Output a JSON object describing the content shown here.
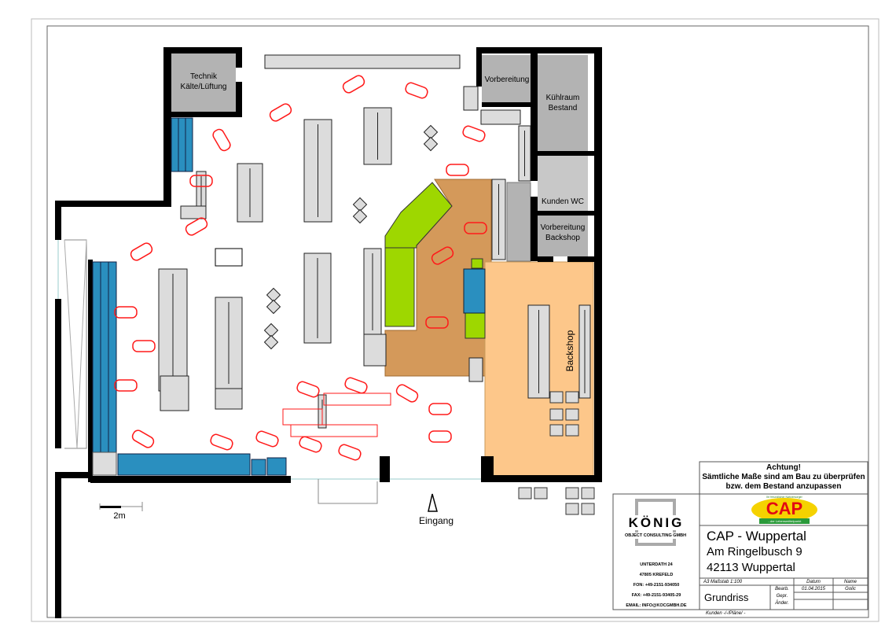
{
  "rooms": {
    "technik": [
      "Technik",
      "Kälte/Lüftung"
    ],
    "vorbereitung": "Vorbereitung",
    "kuehlraum": [
      "Kühlraum",
      "Bestand"
    ],
    "kunden_wc": "Kunden WC",
    "vorbereitung_backshop": [
      "Vorbereitung",
      "Backshop"
    ],
    "backshop": "Backshop"
  },
  "entrance_label": "Eingang",
  "scale_bar_label": "2m",
  "notice": {
    "title": "Achtung!",
    "line1": "Sämtliche Maße sind am Bau zu überprüfen",
    "line2": "bzw. dem Bestand anzupassen"
  },
  "company": {
    "name": "KÖNIG",
    "subtitle": "Object Consulting GmbH",
    "street": "Unterdath 24",
    "city": "47805 Krefeld",
    "phone": "Fon: +49-2151-934050",
    "fax": "Fax: +49-2151-93405-29",
    "email": "Email: info@kocgmbh.de"
  },
  "client_logo": {
    "top_text": "Ihr freundlicher Nahversorger",
    "brand": "CAP",
    "bottom_text": "...der Lebensmittelpunkt"
  },
  "project": {
    "title": "CAP - Wuppertal",
    "street": "Am Ringelbusch 9",
    "city": "42113 Wuppertal"
  },
  "drawing": {
    "scale": "A3 Maßstab 1:100",
    "type": "Grundriss",
    "col_date": "Datum",
    "col_name": "Name",
    "rows": [
      {
        "label": "Bearb.",
        "date": "01.04.2015",
        "name": "Golic"
      },
      {
        "label": "Gepr.",
        "date": "",
        "name": ""
      },
      {
        "label": "Änder.",
        "date": "",
        "name": ""
      }
    ],
    "footer": "Kunden -/-/Pläne/ -"
  },
  "colors": {
    "wall": "#000000",
    "room_gray": "#b3b3b3",
    "shelf": "#dcdcdc",
    "cooler_blue": "#2a8fbf",
    "counter_green": "#9ed700",
    "service_orange": "#d4995a",
    "backshop_orange": "#fdc78a",
    "customer_red": "#ff1a1a"
  }
}
